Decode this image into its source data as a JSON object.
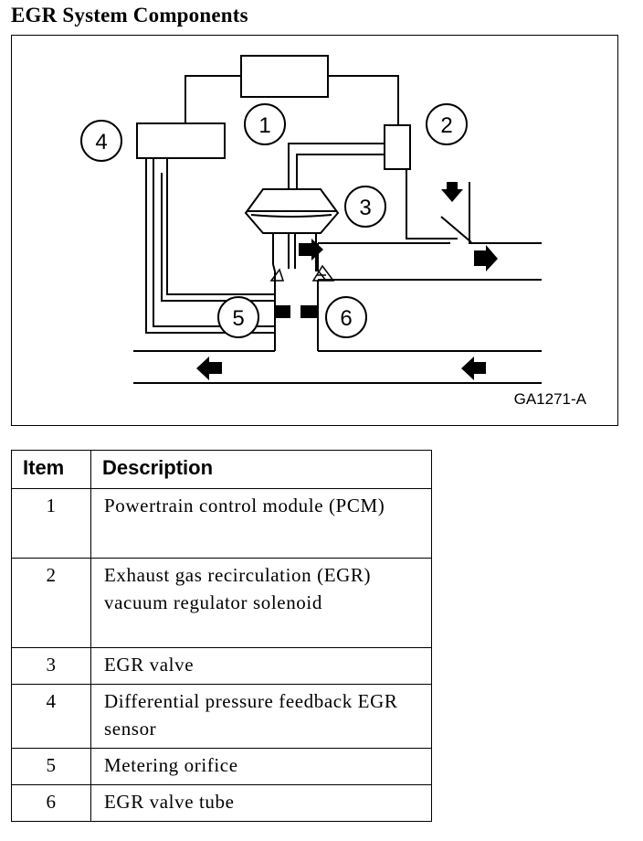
{
  "title": "EGR System Components",
  "figure": {
    "id": "GA1271-A",
    "callouts": [
      "1",
      "2",
      "3",
      "4",
      "5",
      "6"
    ]
  },
  "table": {
    "headers": {
      "item": "Item",
      "description": "Description"
    },
    "rows": [
      {
        "item": "1",
        "description": "Powertrain control module (PCM)"
      },
      {
        "item": "2",
        "description": "Exhaust gas recirculation (EGR) vacuum regulator solenoid"
      },
      {
        "item": "3",
        "description": "EGR valve"
      },
      {
        "item": "4",
        "description": "Differential pressure feedback EGR sensor"
      },
      {
        "item": "5",
        "description": "Metering orifice"
      },
      {
        "item": "6",
        "description": "EGR valve tube"
      }
    ]
  }
}
